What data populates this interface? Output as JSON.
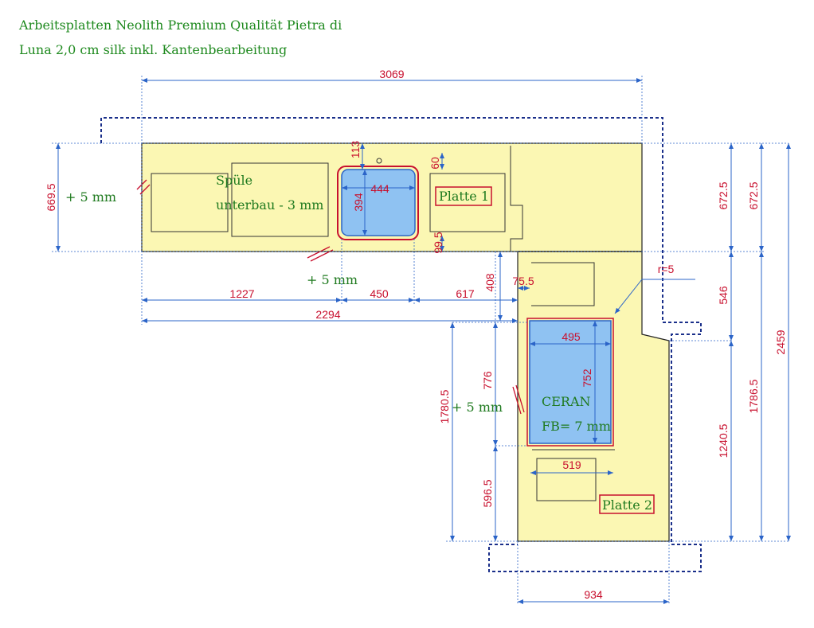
{
  "title": {
    "line1": "Arbeitsplatten Neolith Premium Qualität Pietra di",
    "line2": "Luna 2,0 cm silk inkl. Kantenbearbeitung"
  },
  "notes": {
    "spuele": "Spüle",
    "unterbau": "unterbau - 3 mm",
    "plus5_left": "+ 5 mm",
    "plus5_front": "+ 5 mm",
    "plus5_right": "+ 5 mm",
    "ceran": "CERAN",
    "fb": "FB= 7 mm",
    "platte1": "Platte 1",
    "platte2": "Platte 2"
  },
  "dimensions": {
    "d3069": "3069",
    "d669_5": "669.5",
    "d113": "113",
    "d444": "444",
    "d394": "394",
    "d60": "60",
    "d99_5": "99.5",
    "d1227": "1227",
    "d450": "450",
    "d617": "617",
    "d2294": "2294",
    "d408": "408",
    "d75_5": "75.5",
    "r5": "r=5",
    "d672_5a": "672.5",
    "d672_5b": "672.5",
    "d546": "546",
    "d2459": "2459",
    "d495": "495",
    "d752": "752",
    "d776": "776",
    "d1780_5": "1780.5",
    "d519": "519",
    "d596_5": "596.5",
    "d1240_5": "1240.5",
    "d1786_5": "1786.5",
    "d934": "934"
  },
  "colors": {
    "counter": "#fbf7b3",
    "cutout": "#8fc2f2",
    "dimension_text": "#c8102e",
    "dimension_line": "#2b64c8",
    "note_text": "#1f7a1f"
  }
}
